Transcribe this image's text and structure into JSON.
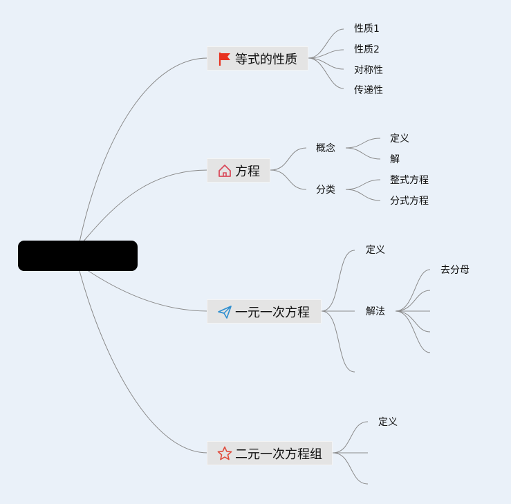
{
  "root": {
    "label": ""
  },
  "topics": [
    {
      "id": "t1",
      "label": "等式的性质",
      "icon": "red-flag-icon",
      "children": [
        {
          "label": "性质1"
        },
        {
          "label": "性质2"
        },
        {
          "label": "对称性"
        },
        {
          "label": "传递性"
        }
      ]
    },
    {
      "id": "t2",
      "label": "方程",
      "icon": "house-icon",
      "children": [
        {
          "label": "概念",
          "children": [
            {
              "label": "定义"
            },
            {
              "label": "解"
            }
          ]
        },
        {
          "label": "分类",
          "children": [
            {
              "label": "整式方程"
            },
            {
              "label": "分式方程"
            }
          ]
        }
      ]
    },
    {
      "id": "t3",
      "label": "一元一次方程",
      "icon": "paper-plane-icon",
      "children": [
        {
          "label": "定义"
        },
        {
          "label": "解法",
          "children": [
            {
              "label": "去分母"
            },
            {
              "label": ""
            },
            {
              "label": ""
            },
            {
              "label": ""
            },
            {
              "label": ""
            }
          ]
        },
        {
          "label": ""
        }
      ]
    },
    {
      "id": "t4",
      "label": "二元一次方程组",
      "icon": "star-outline-icon",
      "children": [
        {
          "label": "定义"
        },
        {
          "label": ""
        },
        {
          "label": ""
        }
      ]
    }
  ],
  "colors": {
    "background": "#eaf1f9",
    "topic_fill": "#e4e4e4",
    "connector": "#8a8a8a",
    "root_fill": "#000000",
    "flag": "#e8321f",
    "house": "#d94a5a",
    "plane": "#2f8fd0",
    "star": "#e04b3c"
  }
}
